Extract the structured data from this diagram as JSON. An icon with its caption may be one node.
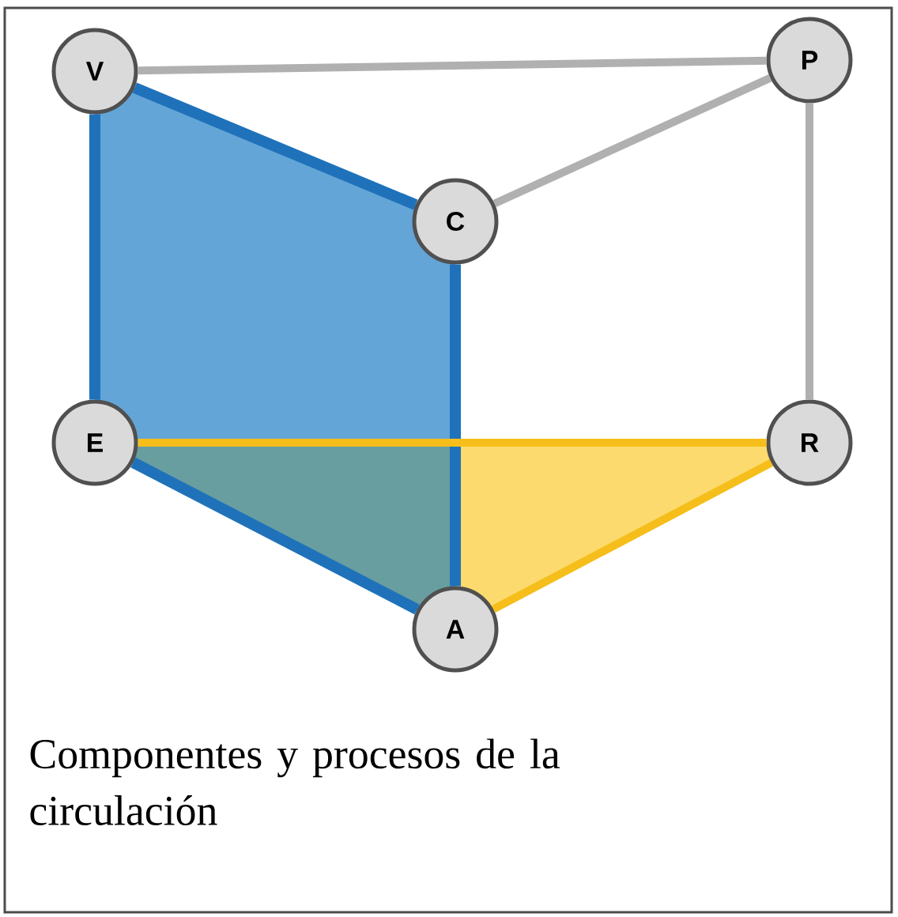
{
  "diagram": {
    "caption": "Componentes y procesos de la circulación",
    "nodes": [
      {
        "text": [
          "V"
        ]
      },
      {
        "text": [
          "P"
        ]
      },
      {
        "text": [
          "C"
        ]
      },
      {
        "text": [
          "E"
        ]
      },
      {
        "text": [
          "R"
        ]
      },
      {
        "text": [
          "A"
        ]
      }
    ],
    "edges": [
      {
        "from": 0,
        "to": 1,
        "arrow": "none",
        "color": "#b0b0b0"
      },
      {
        "from": 2,
        "to": 1,
        "arrow": "none",
        "color": "#b0b0b0"
      },
      {
        "from": 1,
        "to": 4,
        "arrow": "none",
        "color": "#b0b0b0"
      },
      {
        "from": 0,
        "to": 2,
        "arrow": "none"
      },
      {
        "from": 0,
        "to": 3,
        "arrow": "none"
      },
      {
        "from": 2,
        "to": 5,
        "arrow": "none"
      },
      {
        "from": 3,
        "to": 5,
        "arrow": "none"
      },
      {
        "from": 3,
        "to": 4,
        "arrow": "none",
        "color": "#f5be1a"
      },
      {
        "from": 5,
        "to": 4,
        "arrow": "none",
        "color": "#f5be1a"
      }
    ]
  }
}
